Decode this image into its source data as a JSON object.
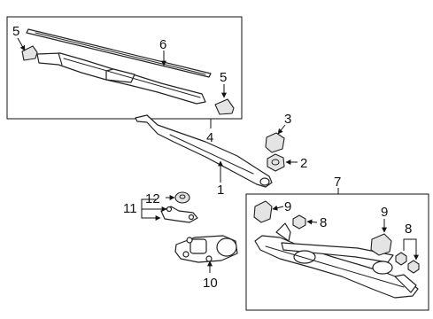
{
  "callouts": {
    "c1": "1",
    "c2": "2",
    "c3": "3",
    "c4": "4",
    "c5a": "5",
    "c5b": "5",
    "c6": "6",
    "c7": "7",
    "c8a": "8",
    "c8b": "8",
    "c9a": "9",
    "c9b": "9",
    "c10": "10",
    "c11": "11",
    "c12": "12"
  }
}
